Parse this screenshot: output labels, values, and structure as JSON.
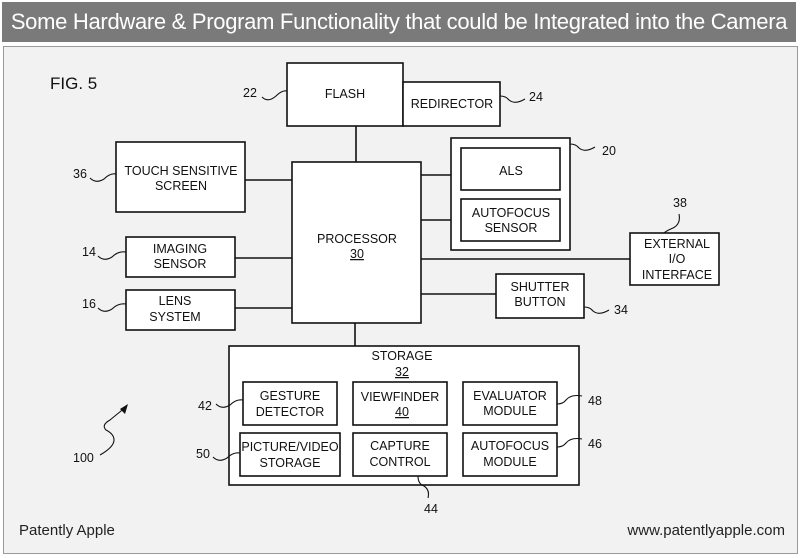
{
  "header": {
    "title": "Some Hardware & Program Functionality that could be Integrated into the Camera"
  },
  "figure": {
    "label": "FIG. 5",
    "ref_overall": "100"
  },
  "blocks": {
    "flash": {
      "lines": [
        "FLASH"
      ],
      "ref": "22"
    },
    "redirector": {
      "lines": [
        "REDIRECTOR"
      ],
      "ref": "24"
    },
    "sensor_group": {
      "ref": "20"
    },
    "als": {
      "lines": [
        "ALS"
      ]
    },
    "autofocus_sensor": {
      "lines": [
        "AUTOFOCUS",
        "SENSOR"
      ]
    },
    "touch_screen": {
      "lines": [
        "TOUCH SENSITIVE",
        "SCREEN"
      ],
      "ref": "36"
    },
    "processor": {
      "lines": [
        "PROCESSOR"
      ],
      "num": "30"
    },
    "imaging_sensor": {
      "lines": [
        "IMAGING",
        "SENSOR"
      ],
      "ref": "14"
    },
    "lens_system": {
      "lines": [
        "LENS",
        "SYSTEM"
      ],
      "ref": "16"
    },
    "external_io": {
      "lines": [
        "EXTERNAL",
        "I/O",
        "INTERFACE"
      ],
      "ref": "38"
    },
    "shutter_button": {
      "lines": [
        "SHUTTER",
        "BUTTON"
      ],
      "ref": "34"
    },
    "storage": {
      "lines": [
        "STORAGE"
      ],
      "num": "32"
    },
    "gesture_detector": {
      "lines": [
        "GESTURE",
        "DETECTOR"
      ],
      "ref": "42"
    },
    "viewfinder": {
      "lines": [
        "VIEWFINDER"
      ],
      "num": "40"
    },
    "evaluator_module": {
      "lines": [
        "EVALUATOR",
        "MODULE"
      ],
      "ref": "48"
    },
    "picture_video_storage": {
      "lines": [
        "PICTURE/VIDEO",
        "STORAGE"
      ],
      "ref": "50"
    },
    "capture_control": {
      "lines": [
        "CAPTURE",
        "CONTROL"
      ],
      "ref": "44"
    },
    "autofocus_module": {
      "lines": [
        "AUTOFOCUS",
        "MODULE"
      ],
      "ref": "46"
    }
  },
  "footer": {
    "left": "Patently Apple",
    "right": "www.patentlyapple.com"
  }
}
